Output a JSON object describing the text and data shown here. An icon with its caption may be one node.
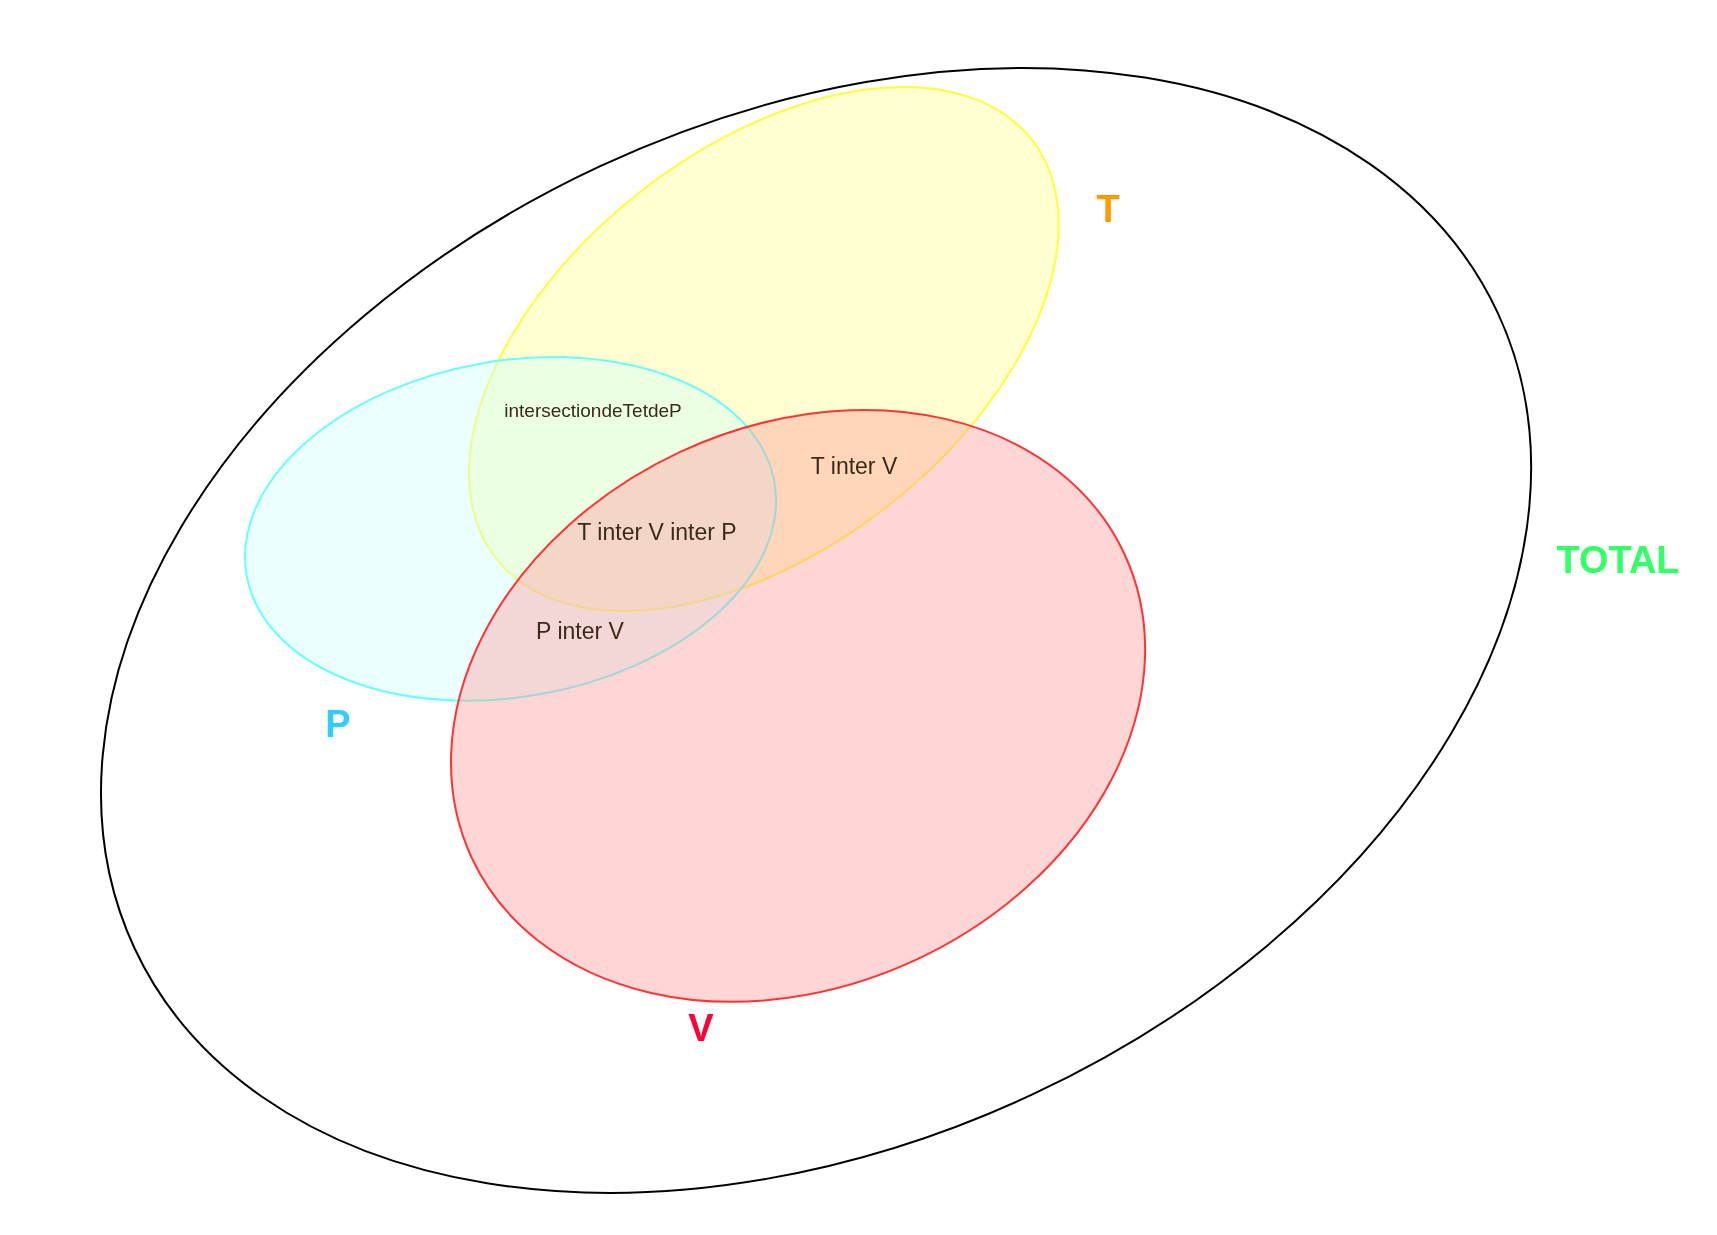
{
  "diagram": {
    "nodes": [
      {
        "text": [
          "TOTAL"
        ]
      },
      {
        "text": [
          "T"
        ],
        "in": 0
      },
      {
        "text": [
          "P"
        ],
        "in": 0
      },
      {
        "text": [
          "V"
        ],
        "in": 0
      }
    ],
    "labels": [
      "intersectiondeTetdeP",
      "T inter V",
      "T inter V inter P",
      "P inter V"
    ]
  }
}
